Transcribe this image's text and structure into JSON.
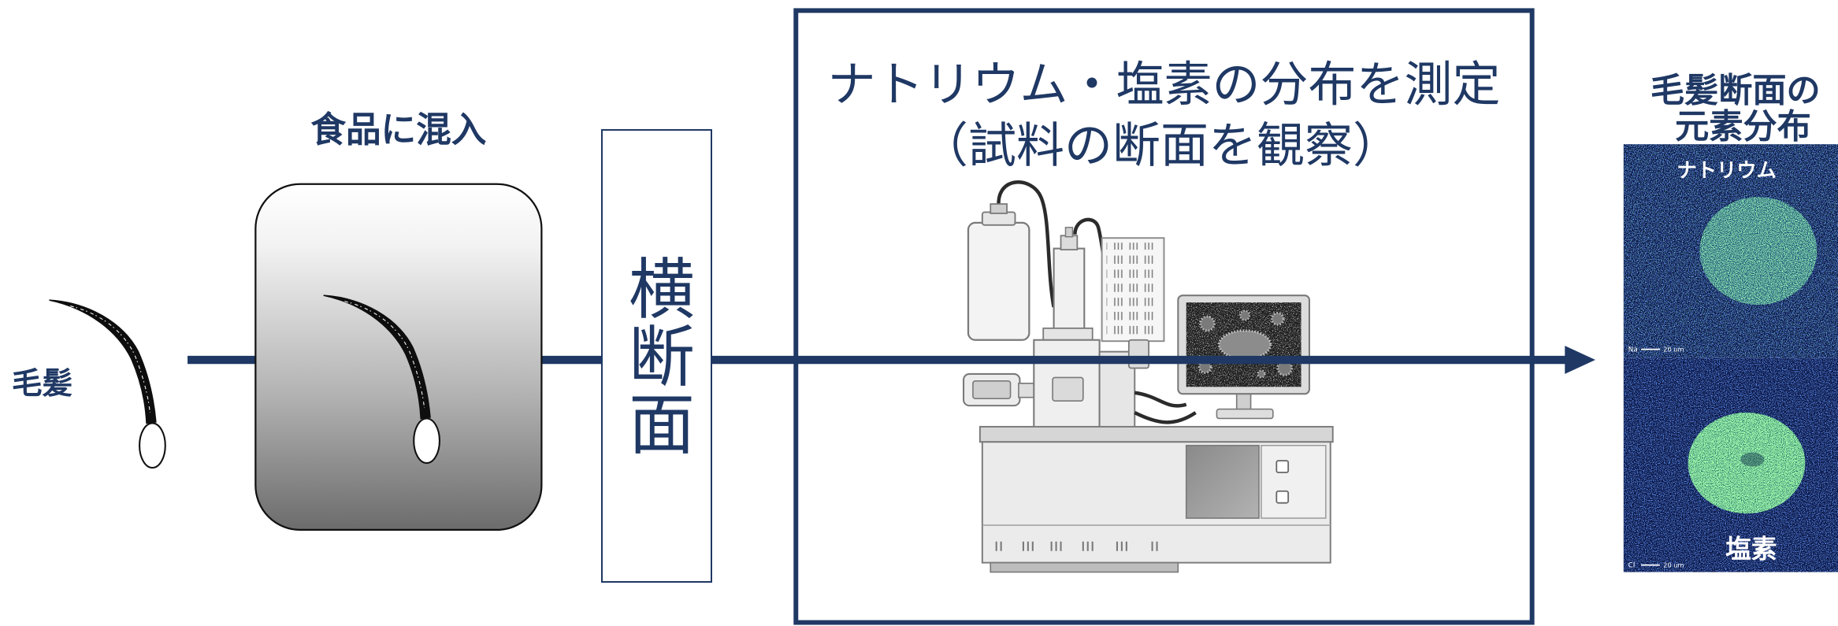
{
  "diagram": {
    "hair_label": "毛髪",
    "food_label": "食品に混入",
    "cross_section_label": "横断面",
    "measurement": {
      "title_line1": "ナトリウム・塩素の分布を測定",
      "title_line2": "（試料の断面を観察）"
    },
    "result": {
      "title_line1": "毛髪断面の",
      "title_line2": "元素分布",
      "panels": [
        {
          "label": "ナトリウム",
          "element_symbol": "Na",
          "scale": "20 um"
        },
        {
          "label": "塩素",
          "element_symbol": "Cl",
          "scale": "20 um"
        }
      ]
    }
  },
  "icons": {
    "hair": "hair-icon",
    "instrument": "electron-microscope-icon",
    "flow": "arrow-right-icon"
  },
  "colors": {
    "accent_navy": "#1f3864",
    "map_background": "#07103a",
    "map_label": "#ffffff"
  }
}
